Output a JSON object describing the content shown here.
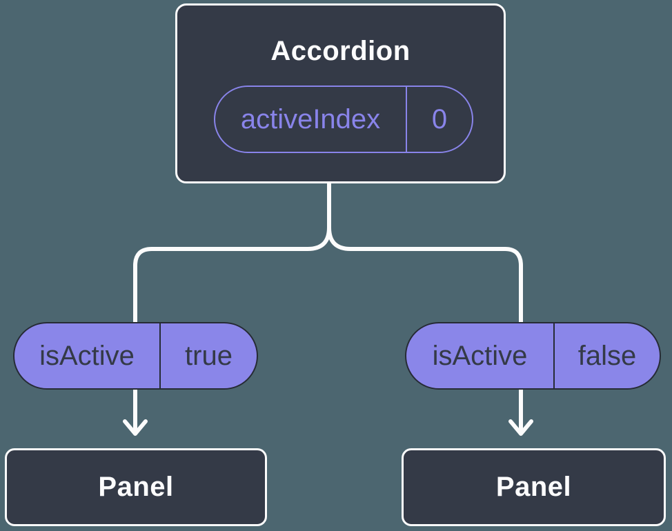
{
  "diagram": {
    "description": "Component tree diagram: Accordion parent passing isActive state down to two Panel children",
    "root_node": {
      "title": "Accordion",
      "prop_name": "activeIndex",
      "prop_value": "0"
    },
    "left_branch": {
      "prop_name": "isActive",
      "prop_value": "true",
      "child_title": "Panel"
    },
    "right_branch": {
      "prop_name": "isActive",
      "prop_value": "false",
      "child_title": "Panel"
    },
    "colors": {
      "background": "#4C6670",
      "node_fill": "#343A47",
      "node_border": "#FCFCFC",
      "purple_accent": "#8984EA",
      "pill_fill": "#8A86E9",
      "pill_border": "#262B35",
      "pill_text": "#343A47",
      "connector": "#FCFCFC"
    }
  }
}
